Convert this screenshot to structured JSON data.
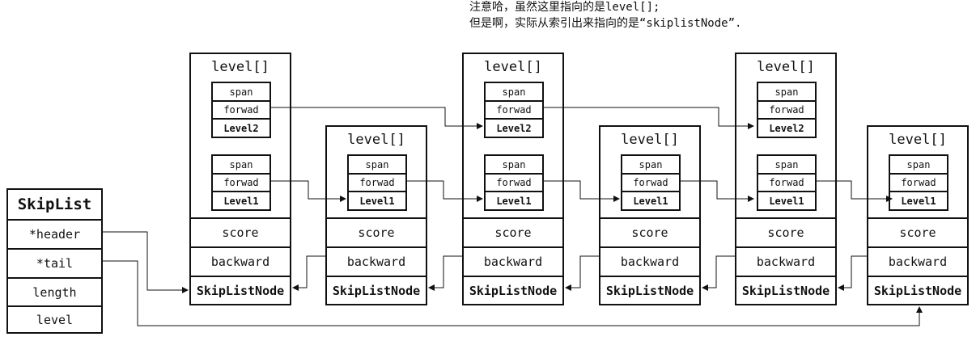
{
  "note": {
    "line1": "注意哈，虽然这里指向的是level[];",
    "line2": "但是啊，实际从索引出来指向的是“skiplistNode”."
  },
  "skiplist": {
    "title": "SkipList",
    "fields": [
      "*header",
      "*tail",
      "length",
      "level"
    ]
  },
  "node_labels": {
    "level_array": "level[]",
    "span": "span",
    "forward": "forwad",
    "level1": "Level1",
    "level2": "Level2",
    "score": "score",
    "backward": "backward",
    "node_name": "SkipListNode"
  },
  "nodes": [
    {
      "levels": 2
    },
    {
      "levels": 1
    },
    {
      "levels": 2
    },
    {
      "levels": 1
    },
    {
      "levels": 2
    },
    {
      "levels": 1
    }
  ]
}
